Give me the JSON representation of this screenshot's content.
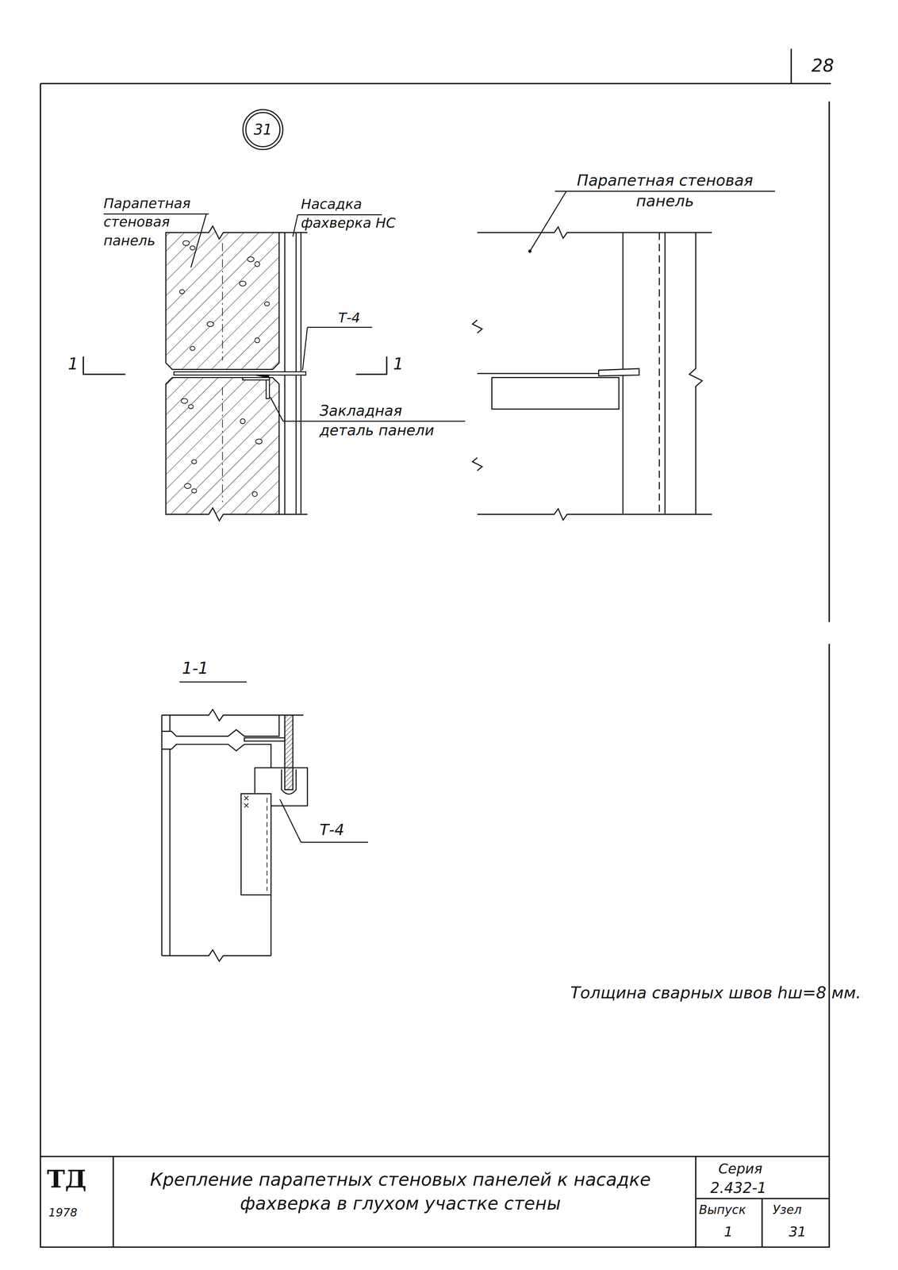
{
  "diagram": {
    "title": "Крепление парапетных стеновых панелей к насадке фахверка в глухом участке стены",
    "nodes": [
      {
        "text": [
          "31"
        ]
      }
    ],
    "labels": [
      "28",
      "Парапетная стеновая панель",
      "Насадка фахверка НС",
      "Т-4",
      "1",
      "1",
      "Закладная деталь панели",
      "Парапетная стеновая панель",
      "1-1",
      "Т-4",
      "Толщина сварных швов hш=8 мм.",
      "ТД",
      "1978",
      "Серия",
      "2.432-1",
      "Выпуск",
      "1",
      "Узел",
      "31"
    ]
  }
}
